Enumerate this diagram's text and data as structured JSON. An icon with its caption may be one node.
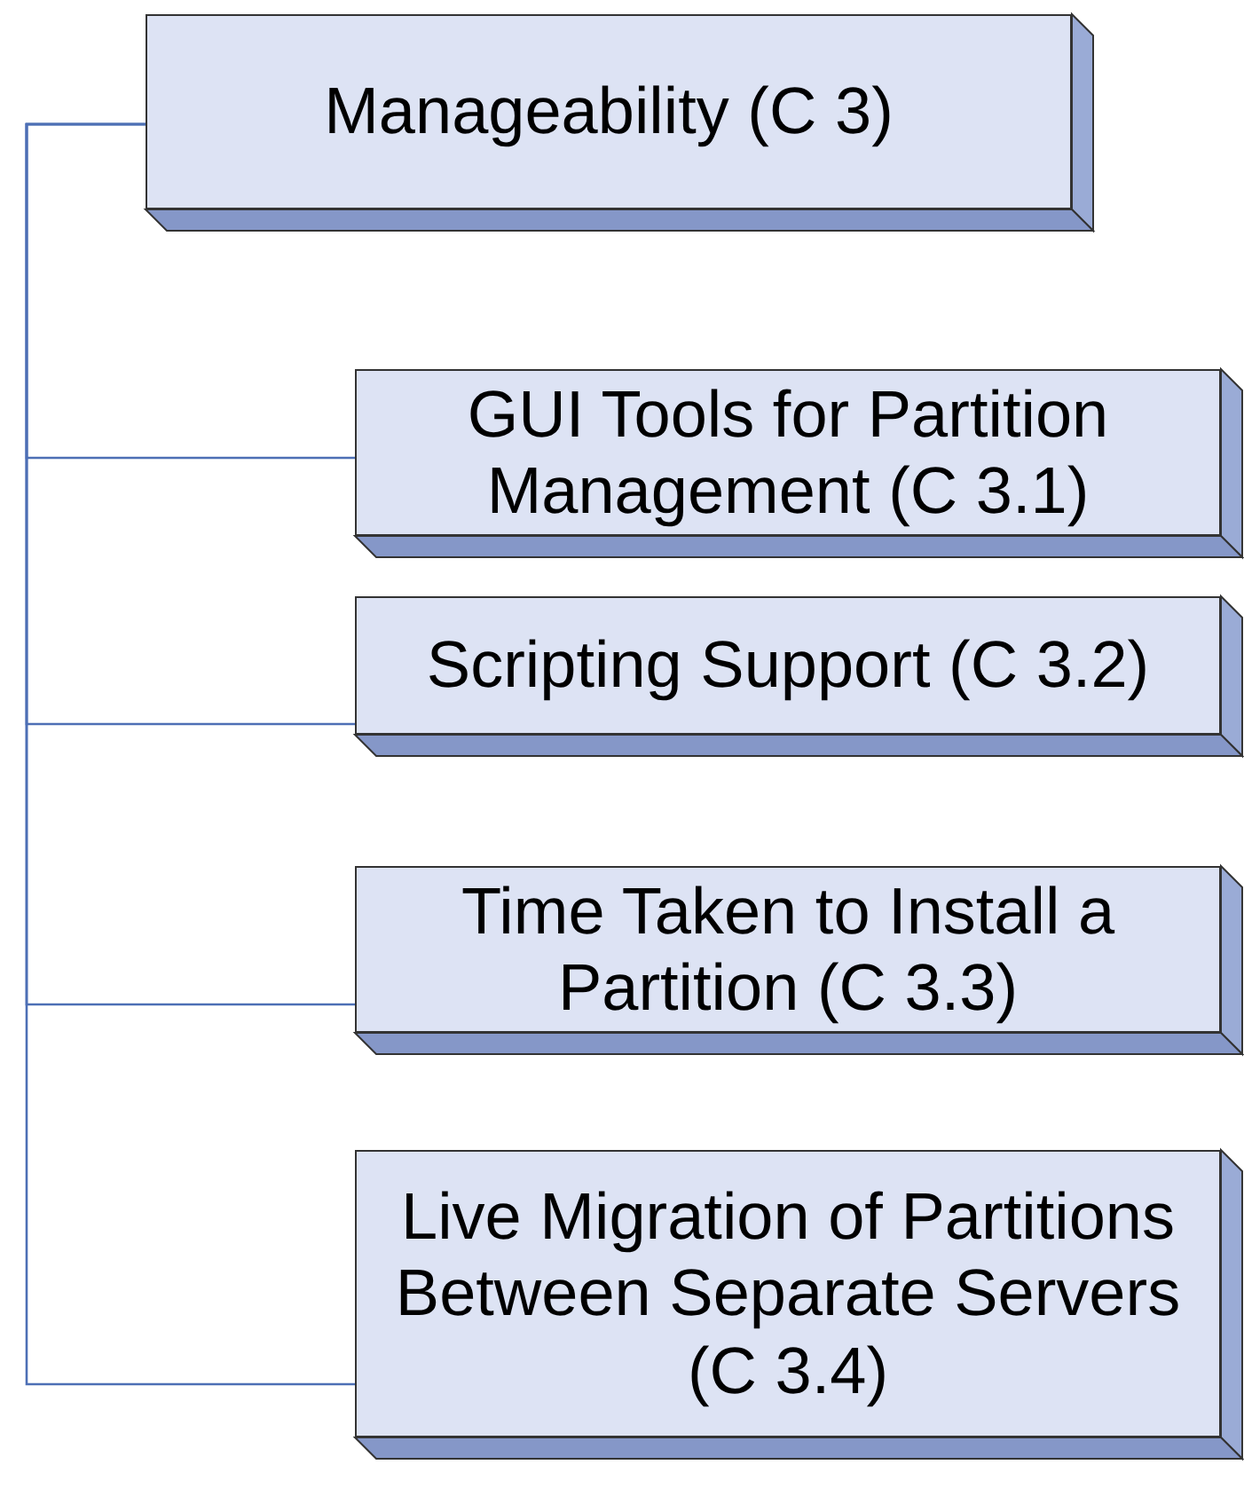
{
  "diagram": {
    "nodes": [
      {
        "text": [
          "Manageability (C 3)"
        ]
      },
      {
        "text": [
          "GUI Tools for Partition Management (C 3.1)"
        ]
      },
      {
        "text": [
          "Scripting Support (C 3.2)"
        ]
      },
      {
        "text": [
          "Time Taken to Install a Partition (C 3.3)"
        ]
      },
      {
        "text": [
          "Live Migration of Partitions Between Separate Servers (C 3.4)"
        ]
      }
    ],
    "edges": [
      {
        "from": 0,
        "to": 1,
        "arrow": "none"
      },
      {
        "from": 0,
        "to": 2,
        "arrow": "none"
      },
      {
        "from": 0,
        "to": 3,
        "arrow": "none"
      },
      {
        "from": 0,
        "to": 4,
        "arrow": "none"
      }
    ]
  }
}
